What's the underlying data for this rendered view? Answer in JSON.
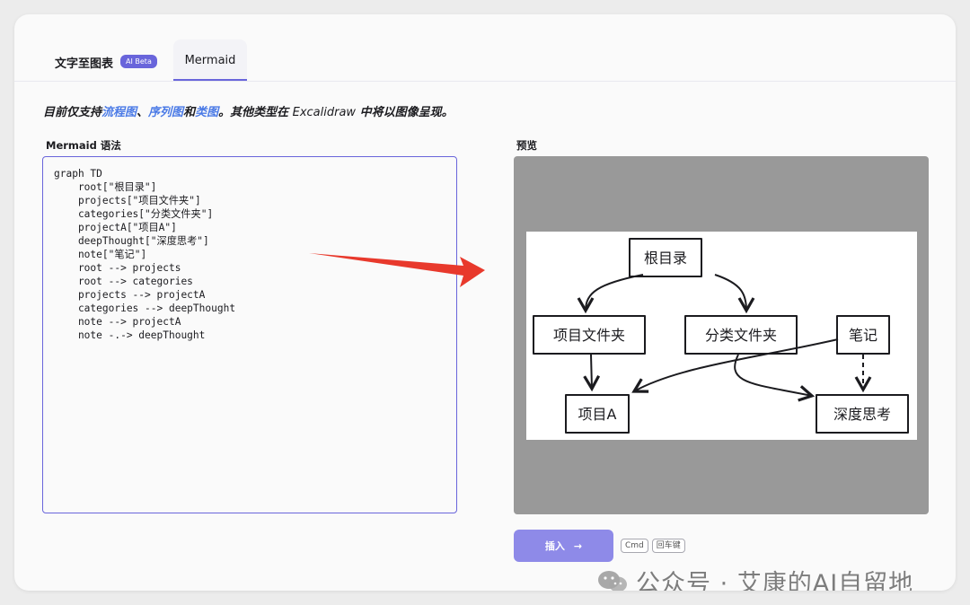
{
  "tabs": [
    {
      "label": "文字至图表",
      "badge": "AI Beta"
    },
    {
      "label": "Mermaid"
    }
  ],
  "info": {
    "prefix": "目前仅支持",
    "link1": "流程图",
    "sep1": "、",
    "link2": "序列图",
    "and": "和",
    "link3": "类图",
    "suffix1": "。其他类型在 ",
    "brand": "Excalidraw",
    "suffix2": " 中将以图像呈现。"
  },
  "syntax_label": "Mermaid 语法",
  "preview_label": "预览",
  "code": "graph TD\n    root[\"根目录\"]\n    projects[\"项目文件夹\"]\n    categories[\"分类文件夹\"]\n    projectA[\"项目A\"]\n    deepThought[\"深度思考\"]\n    note[\"笔记\"]\n    root --> projects\n    root --> categories\n    projects --> projectA\n    categories --> deepThought\n    note --> projectA\n    note -.-> deepThought",
  "diagram": {
    "nodes": {
      "root": "根目录",
      "projects": "项目文件夹",
      "categories": "分类文件夹",
      "note": "笔记",
      "projectA": "项目A",
      "deepThought": "深度思考"
    }
  },
  "insert_button": {
    "label": "插入",
    "arrow": "→"
  },
  "shortcut": {
    "key1": "Cmd",
    "key2": "回车键"
  },
  "watermark": "公众号 · 艾康的AI自留地",
  "colors": {
    "accent": "#6965db",
    "link": "#4a7ae6",
    "annotation_arrow": "#e8392c"
  }
}
